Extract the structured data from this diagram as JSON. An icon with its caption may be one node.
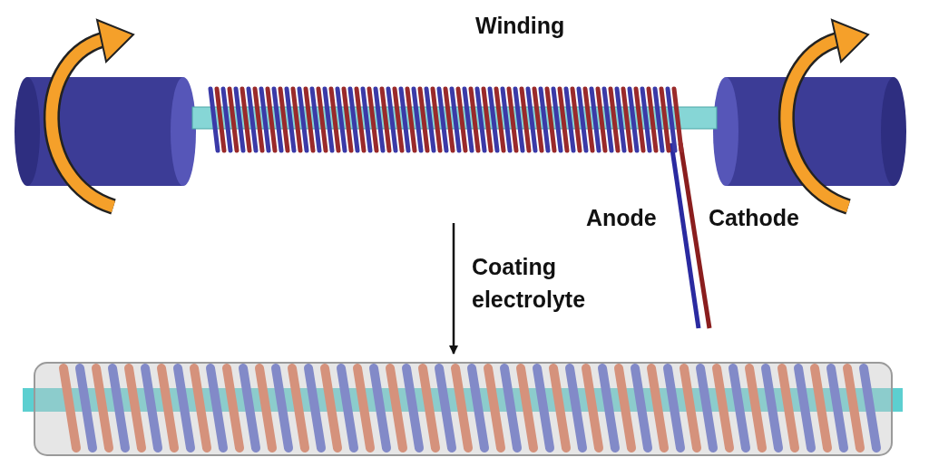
{
  "diagram": {
    "nodes": [
      {
        "text": [],
        "shape": "picture"
      },
      {
        "text": [],
        "shape": "picture"
      }
    ],
    "edges": [
      {
        "from": 0,
        "to": 1,
        "arrow": "to",
        "label": "Coating electrolyte"
      }
    ],
    "labels": [
      "Winding",
      "Anode",
      "Cathode"
    ]
  }
}
